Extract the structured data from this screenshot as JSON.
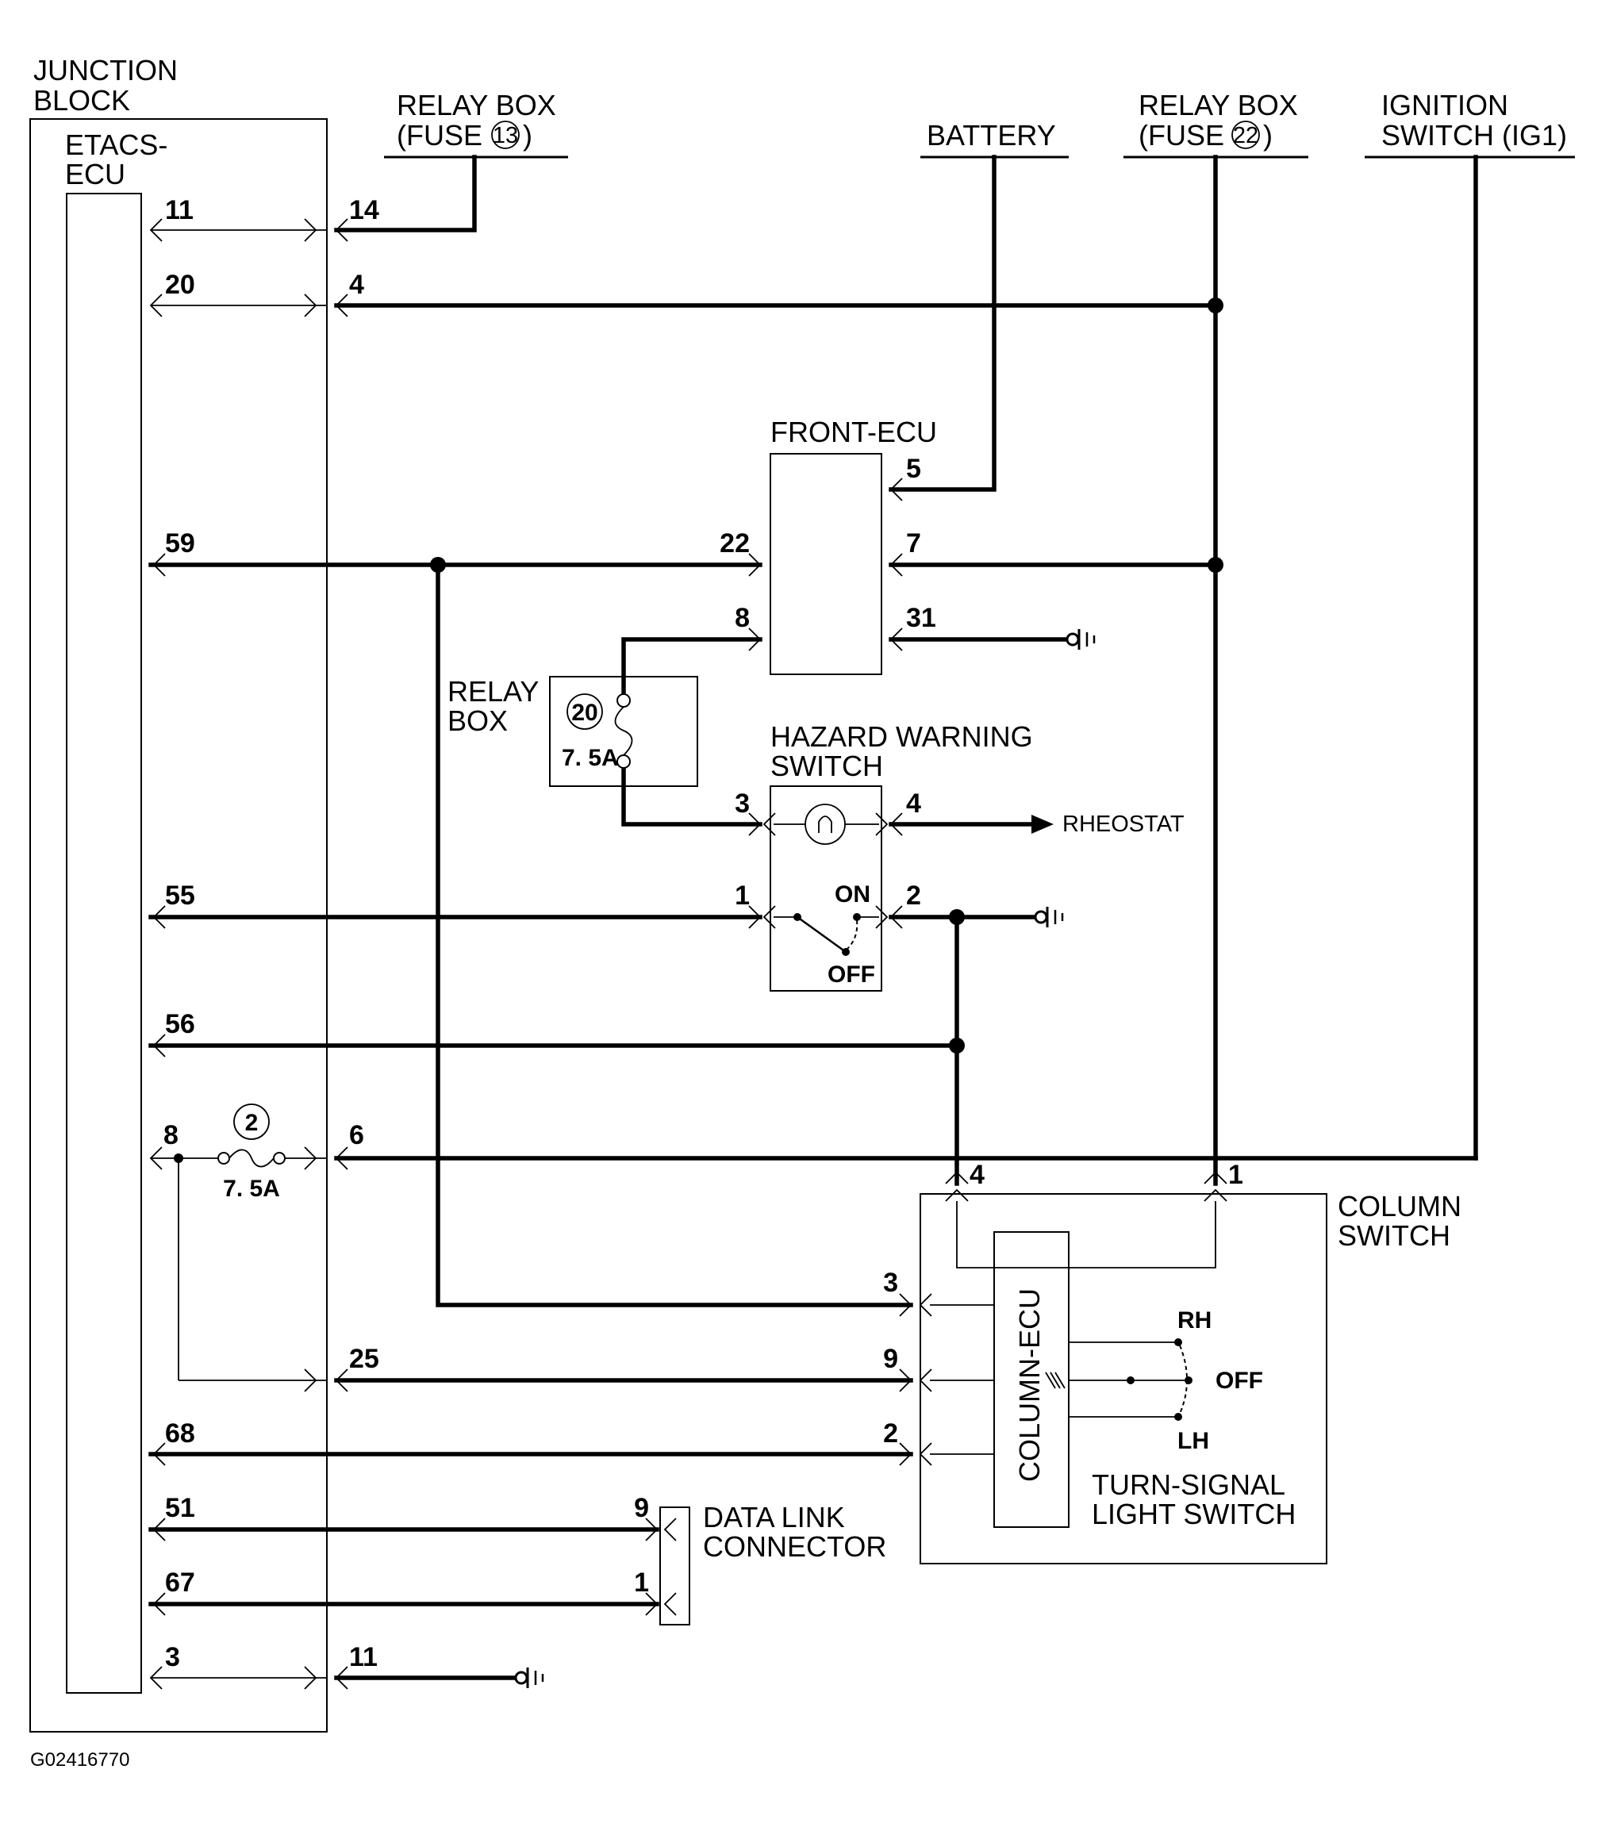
{
  "blocks": {
    "junction_block": [
      "JUNCTION",
      "BLOCK"
    ],
    "etacs_ecu": [
      "ETACS-",
      "ECU"
    ],
    "front_ecu": "FRONT-ECU",
    "relay_box_fuse": [
      "RELAY",
      "BOX"
    ],
    "hazard_switch": [
      "HAZARD WARNING",
      "SWITCH"
    ],
    "column_switch": [
      "COLUMN",
      "SWITCH"
    ],
    "column_ecu": "COLUMN-ECU",
    "turn_signal_switch": [
      "TURN-SIGNAL",
      "LIGHT SWITCH"
    ],
    "data_link": [
      "DATA LINK",
      "CONNECTOR"
    ]
  },
  "sources": {
    "relay_box_13": [
      "RELAY BOX",
      "(FUSE",
      "13",
      ")"
    ],
    "battery": "BATTERY",
    "relay_box_22": [
      "RELAY BOX",
      "(FUSE",
      "22",
      ")"
    ],
    "ignition": [
      "IGNITION",
      "SWITCH (IG1)"
    ]
  },
  "fuses": {
    "relay_fuse": {
      "number": "20",
      "rating": "7. 5A"
    },
    "junction_fuse": {
      "number": "2",
      "rating": "7. 5A"
    }
  },
  "switch_states": {
    "hazard_on": "ON",
    "hazard_off": "OFF",
    "turn_rh": "RH",
    "turn_off": "OFF",
    "turn_lh": "LH"
  },
  "outputs": {
    "rheostat": "RHEOSTAT"
  },
  "pins": {
    "etacs": [
      "11",
      "20",
      "59",
      "55",
      "56",
      "8",
      "68",
      "51",
      "67",
      "3"
    ],
    "junction_outer": [
      "14",
      "4",
      "6",
      "25",
      "11"
    ],
    "front_ecu_left": [
      "22",
      "8"
    ],
    "front_ecu_right": [
      "5",
      "7",
      "31"
    ],
    "hazard_left": [
      "3",
      "1"
    ],
    "hazard_right": [
      "4",
      "2"
    ],
    "column_top": [
      "4",
      "1"
    ],
    "column_left": [
      "3",
      "9",
      "2"
    ],
    "data_link": [
      "9",
      "1"
    ]
  },
  "footer": {
    "code": "G02416770"
  }
}
